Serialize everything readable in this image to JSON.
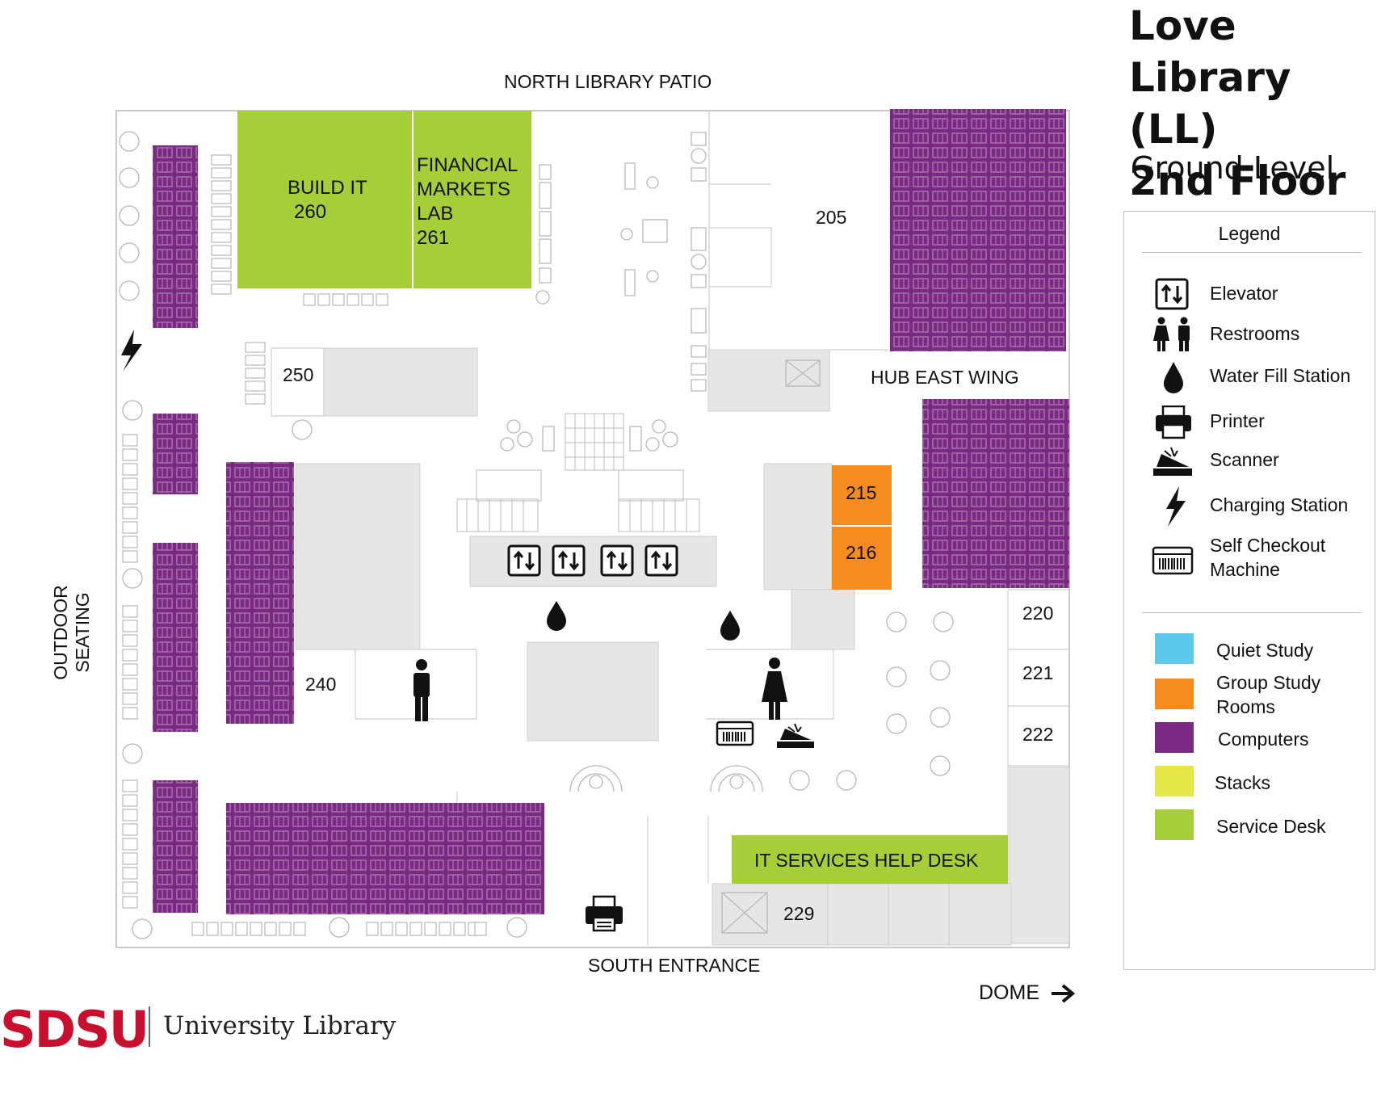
{
  "title": {
    "line1": "Love",
    "line2": "Library (LL)",
    "line3": "2nd Floor",
    "subtitle": "Ground Level"
  },
  "labels": {
    "north": "NORTH LIBRARY PATIO",
    "south": "SOUTH ENTRANCE",
    "west": "OUTDOOR SEATING",
    "hub": "HUB EAST WING",
    "dome": "DOME"
  },
  "rooms": {
    "build_it": [
      "BUILD IT",
      "260"
    ],
    "financial": [
      "FINANCIAL",
      "MARKETS",
      "LAB",
      "261"
    ],
    "r205": "205",
    "r250": "250",
    "r240": "240",
    "r215": "215",
    "r216": "216",
    "r220": "220",
    "r221": "221",
    "r222": "222",
    "r229": "229",
    "it_desk": "IT SERVICES HELP DESK"
  },
  "legend": {
    "title": "Legend",
    "icons": [
      {
        "icon": "elevator-icon",
        "label": "Elevator"
      },
      {
        "icon": "restrooms-icon",
        "label": "Restrooms"
      },
      {
        "icon": "water-drop-icon",
        "label": "Water Fill Station"
      },
      {
        "icon": "printer-icon",
        "label": "Printer"
      },
      {
        "icon": "scanner-icon",
        "label": "Scanner"
      },
      {
        "icon": "lightning-icon",
        "label": "Charging Station"
      },
      {
        "icon": "barcode-icon",
        "label": "Self Checkout",
        "label2": "Machine"
      }
    ],
    "colors": [
      {
        "label": "Quiet Study",
        "color": "#5bc8ec"
      },
      {
        "label": "Group Study",
        "label2": "Rooms",
        "color": "#f68b1f"
      },
      {
        "label": "Computers",
        "color": "#7b2a83"
      },
      {
        "label": "Stacks",
        "color": "#e5e748"
      },
      {
        "label": "Service Desk",
        "color": "#a6ce39"
      }
    ]
  },
  "colors": {
    "computers": "#7b2a83",
    "group_study": "#f68b1f",
    "service_desk": "#a6ce39",
    "gray": "#e6e6e6"
  },
  "footer": {
    "logo": "SDSU",
    "library": "University Library"
  }
}
